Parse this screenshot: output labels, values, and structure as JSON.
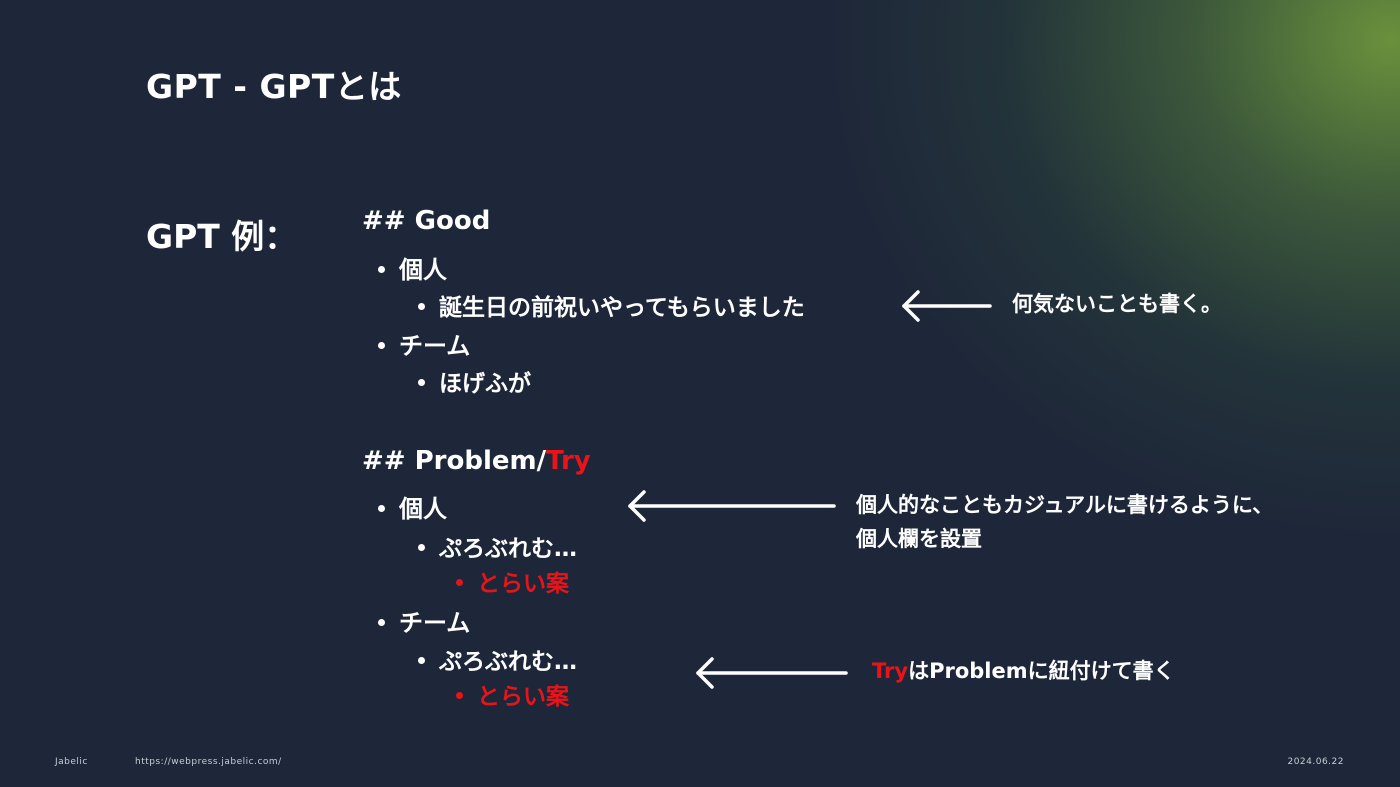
{
  "slide": {
    "title": "GPT - GPTとは",
    "label": "GPT 例："
  },
  "good": {
    "heading": "## Good",
    "personal": "個人",
    "personal_item": "誕生日の前祝いやってもらいました",
    "team": "チーム",
    "team_item": "ほげふが"
  },
  "problem": {
    "heading_prefix": "## Problem/",
    "heading_try": "Try",
    "personal": "個人",
    "personal_problem": "ぷろぶれむ…",
    "personal_try": "とらい案",
    "team": "チーム",
    "team_problem": "ぷろぶれむ…",
    "team_try": "とらい案"
  },
  "notes": {
    "casual": "何気ないことも書く。",
    "personal_line1": "個人的なこともカジュアルに書けるように、",
    "personal_line2": "個人欄を設置",
    "try_word": "Try",
    "try_rest": "はProblemに紐付けて書く"
  },
  "footer": {
    "brand": "Jabelic",
    "url": "https://webpress.jabelic.com/",
    "date": "2024.06.22"
  },
  "colors": {
    "accent_red": "#e8141a",
    "background": "#1e2739",
    "glow_green": "#6e963c"
  }
}
